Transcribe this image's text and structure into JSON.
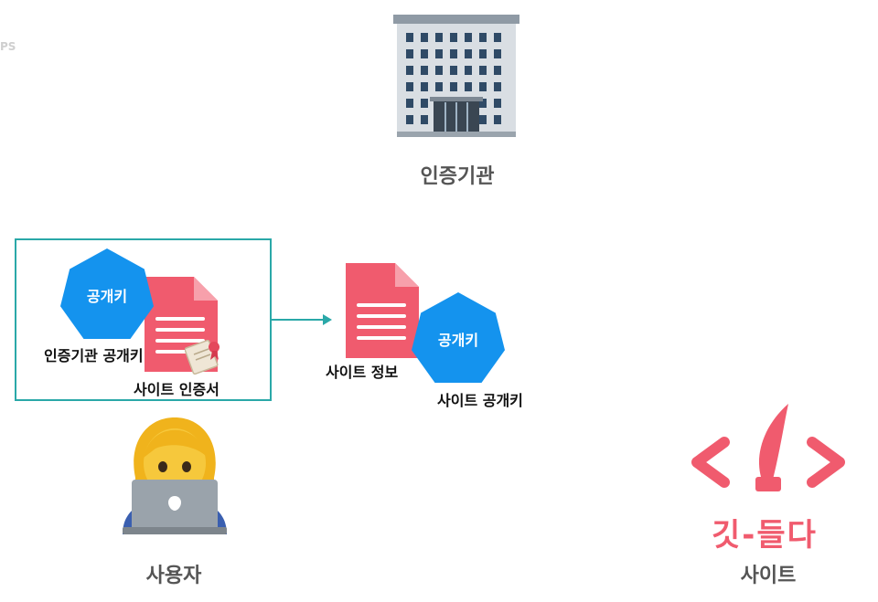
{
  "corner_text": "PS",
  "authority": {
    "label": "인증기관"
  },
  "certificate_box": {
    "public_key_badge": "공개키",
    "public_key_label": "인증기관 공개키",
    "certificate_label": "사이트 인증서"
  },
  "site_info": {
    "info_label": "사이트 정보",
    "public_key_badge": "공개키",
    "public_key_label": "사이트 공개키"
  },
  "user": {
    "label": "사용자"
  },
  "site": {
    "logo_text": "깃-들다",
    "label": "사이트"
  },
  "colors": {
    "accent_blue": "#1493ee",
    "document_red": "#f05b6e",
    "box_teal": "#2aa8a8",
    "caption_gray": "#555555"
  },
  "icons": [
    "building-icon",
    "document-icon",
    "certificate-icon",
    "user-laptop-icon",
    "site-logo-icon"
  ]
}
